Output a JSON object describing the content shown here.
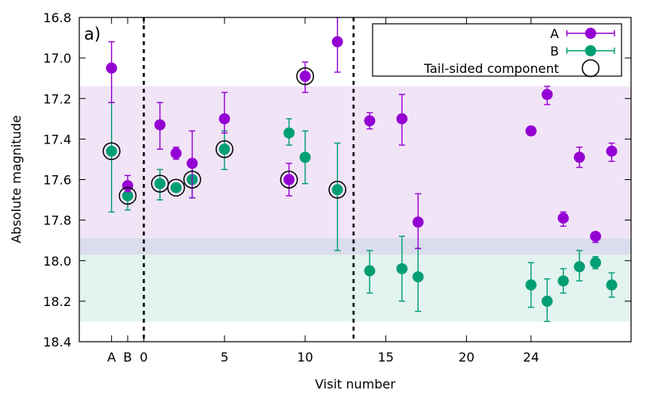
{
  "chart_data": {
    "type": "scatter",
    "panel_label": "a)",
    "xlabel": "Visit number",
    "ylabel": "Absolute magnitude",
    "xlim": [
      -4,
      30.2
    ],
    "ylim": [
      18.4,
      16.8
    ],
    "y_inverted": true,
    "x_ticks": [
      {
        "x": -2,
        "label": "A"
      },
      {
        "x": -1,
        "label": "B"
      },
      {
        "x": 0,
        "label": "0"
      },
      {
        "x": 5,
        "label": "5"
      },
      {
        "x": 10,
        "label": "10"
      },
      {
        "x": 15,
        "label": "15"
      },
      {
        "x": 20,
        "label": "20"
      },
      {
        "x": 24,
        "label": "24"
      }
    ],
    "y_ticks": [
      "16.8",
      "17.0",
      "17.2",
      "17.4",
      "17.6",
      "17.8",
      "18.0",
      "18.2",
      "18.4"
    ],
    "vlines": [
      0,
      13
    ],
    "bands": [
      {
        "name": "A range",
        "y1": 17.14,
        "y2": 17.97,
        "color": "#f2e4f7"
      },
      {
        "name": "B range",
        "y1": 17.89,
        "y2": 18.3,
        "color": "#e3f3ef"
      },
      {
        "name": "overlap",
        "y1": 17.89,
        "y2": 17.97,
        "color": "#dbdcec"
      }
    ],
    "series": [
      {
        "name": "A",
        "color": "#9400d3",
        "points": [
          {
            "x": -2,
            "y": 17.05,
            "lo": 16.92,
            "hi": 17.22
          },
          {
            "x": -1,
            "y": 17.63,
            "lo": 17.58,
            "hi": 17.66
          },
          {
            "x": 1,
            "y": 17.33,
            "lo": 17.22,
            "hi": 17.45
          },
          {
            "x": 2,
            "y": 17.47,
            "lo": 17.44,
            "hi": 17.5
          },
          {
            "x": 3,
            "y": 17.52,
            "lo": 17.36,
            "hi": 17.69
          },
          {
            "x": 5,
            "y": 17.3,
            "lo": 17.17,
            "hi": 17.37
          },
          {
            "x": 9,
            "y": 17.6,
            "lo": 17.52,
            "hi": 17.68
          },
          {
            "x": 10,
            "y": 17.09,
            "lo": 17.02,
            "hi": 17.17
          },
          {
            "x": 12,
            "y": 16.92,
            "lo": 16.8,
            "hi": 17.07
          },
          {
            "x": 14,
            "y": 17.31,
            "lo": 17.27,
            "hi": 17.35
          },
          {
            "x": 16,
            "y": 17.3,
            "lo": 17.18,
            "hi": 17.43
          },
          {
            "x": 17,
            "y": 17.81,
            "lo": 17.67,
            "hi": 17.94
          },
          {
            "x": 24,
            "y": 17.36,
            "lo": 17.35,
            "hi": 17.37
          },
          {
            "x": 25,
            "y": 17.18,
            "lo": 17.14,
            "hi": 17.23
          },
          {
            "x": 26,
            "y": 17.79,
            "lo": 17.76,
            "hi": 17.83
          },
          {
            "x": 27,
            "y": 17.49,
            "lo": 17.44,
            "hi": 17.54
          },
          {
            "x": 28,
            "y": 17.88,
            "lo": 17.86,
            "hi": 17.91
          },
          {
            "x": 29,
            "y": 17.46,
            "lo": 17.42,
            "hi": 17.51
          }
        ]
      },
      {
        "name": "B",
        "color": "#009e73",
        "points": [
          {
            "x": -2,
            "y": 17.46,
            "lo": 17.22,
            "hi": 17.76
          },
          {
            "x": -1,
            "y": 17.68,
            "lo": 17.63,
            "hi": 17.75
          },
          {
            "x": 1,
            "y": 17.62,
            "lo": 17.55,
            "hi": 17.7
          },
          {
            "x": 2,
            "y": 17.64,
            "lo": 17.62,
            "hi": 17.66
          },
          {
            "x": 3,
            "y": 17.6,
            "lo": 17.52,
            "hi": 17.69
          },
          {
            "x": 5,
            "y": 17.45,
            "lo": 17.36,
            "hi": 17.55
          },
          {
            "x": 9,
            "y": 17.37,
            "lo": 17.3,
            "hi": 17.43
          },
          {
            "x": 10,
            "y": 17.49,
            "lo": 17.36,
            "hi": 17.62
          },
          {
            "x": 12,
            "y": 17.65,
            "lo": 17.42,
            "hi": 17.95
          },
          {
            "x": 14,
            "y": 18.05,
            "lo": 17.95,
            "hi": 18.16
          },
          {
            "x": 16,
            "y": 18.04,
            "lo": 17.88,
            "hi": 18.2
          },
          {
            "x": 17,
            "y": 18.08,
            "lo": 17.94,
            "hi": 18.25
          },
          {
            "x": 24,
            "y": 18.12,
            "lo": 18.01,
            "hi": 18.23
          },
          {
            "x": 25,
            "y": 18.2,
            "lo": 18.09,
            "hi": 18.3
          },
          {
            "x": 26,
            "y": 18.1,
            "lo": 18.04,
            "hi": 18.16
          },
          {
            "x": 27,
            "y": 18.03,
            "lo": 17.95,
            "hi": 18.1
          },
          {
            "x": 28,
            "y": 18.01,
            "lo": 17.98,
            "hi": 18.04
          },
          {
            "x": 29,
            "y": 18.12,
            "lo": 18.06,
            "hi": 18.18
          }
        ]
      }
    ],
    "tail_sided": [
      {
        "x": -2,
        "y": 17.46
      },
      {
        "x": -1,
        "y": 17.68
      },
      {
        "x": 1,
        "y": 17.62
      },
      {
        "x": 2,
        "y": 17.64
      },
      {
        "x": 3,
        "y": 17.6
      },
      {
        "x": 5,
        "y": 17.45
      },
      {
        "x": 9,
        "y": 17.6
      },
      {
        "x": 10,
        "y": 17.09
      },
      {
        "x": 12,
        "y": 17.65
      }
    ],
    "legend": {
      "position": "top-right",
      "entries": [
        {
          "label": "A",
          "series": "A"
        },
        {
          "label": "B",
          "series": "B"
        },
        {
          "label": "Tail-sided component",
          "series": "tail_sided"
        }
      ]
    }
  }
}
